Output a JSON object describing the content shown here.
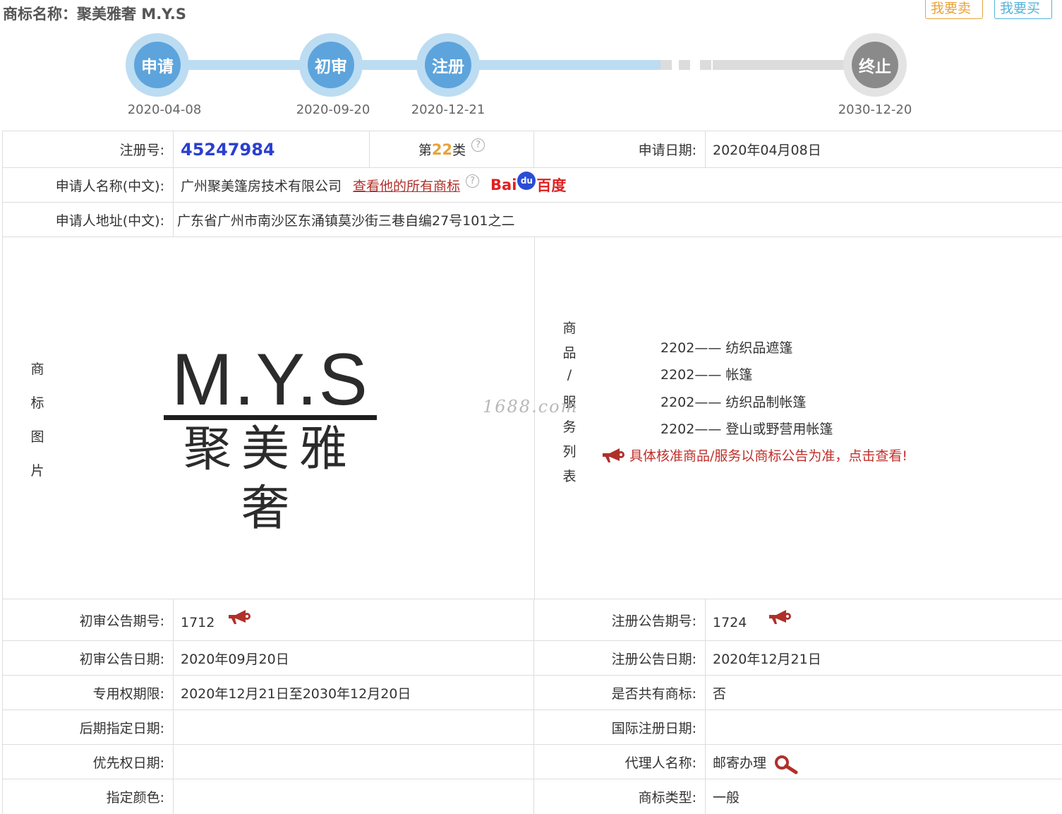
{
  "title": "商标名称：聚美雅奢 M.Y.S",
  "buttons": {
    "sell": "我要卖",
    "buy": "我要买"
  },
  "timeline": [
    {
      "label": "申请",
      "date": "2020-04-08"
    },
    {
      "label": "初审",
      "date": "2020-09-20"
    },
    {
      "label": "注册",
      "date": "2020-12-21"
    },
    {
      "label": "终止",
      "date": "2030-12-20"
    }
  ],
  "reg": {
    "label": "注册号:",
    "value": "45247984",
    "class_prefix": "第",
    "class_num": "22",
    "class_suffix": "类",
    "apply_date_label": "申请日期:",
    "apply_date": "2020年04月08日"
  },
  "applicant": {
    "name_label": "申请人名称(中文):",
    "name": "广州聚美篷房技术有限公司",
    "all_marks_link": "查看他的所有商标",
    "baidu_a": "Bai",
    "baidu_paw": "du",
    "baidu_b": "百度",
    "address_label": "申请人地址(中文):",
    "address": "广东省广州市南沙区东涌镇莫沙街三巷自编27号101之二"
  },
  "image_section": {
    "label_chars": [
      "商",
      "标",
      "图",
      "片"
    ],
    "logo_en": "M.Y.S",
    "logo_cn": "聚美雅奢"
  },
  "goods_section": {
    "label_chars": [
      "商",
      "品",
      "/",
      "服",
      "务",
      "列",
      "表"
    ],
    "items": [
      "2202—— 纺织品遮篷",
      "2202—— 帐篷",
      "2202—— 纺织品制帐篷",
      "2202—— 登山或野营用帐篷"
    ],
    "notice": "具体核准商品/服务以商标公告为准，点击查看!",
    "watermark": "1688.com"
  },
  "details": {
    "prelim_no_label": "初审公告期号:",
    "prelim_no": "1712",
    "reg_no_label": "注册公告期号:",
    "reg_no": "1724",
    "prelim_date_label": "初审公告日期:",
    "prelim_date": "2020年09月20日",
    "reg_date_label": "注册公告日期:",
    "reg_date": "2020年12月21日",
    "exclusive_label": "专用权期限:",
    "exclusive": "2020年12月21日至2030年12月20日",
    "shared_label": "是否共有商标:",
    "shared": "否",
    "later_label": "后期指定日期:",
    "later": "",
    "intl_label": "国际注册日期:",
    "intl": "",
    "priority_label": "优先权日期:",
    "priority": "",
    "agent_label": "代理人名称:",
    "agent": "邮寄办理",
    "color_label": "指定颜色:",
    "color": "",
    "type_label": "商标类型:",
    "type": "一般"
  },
  "colors": {
    "accent_blue": "#5da4dc",
    "link_red": "#b0302a",
    "regno_blue": "#2a3fd0",
    "class_orange": "#e8a33a"
  }
}
